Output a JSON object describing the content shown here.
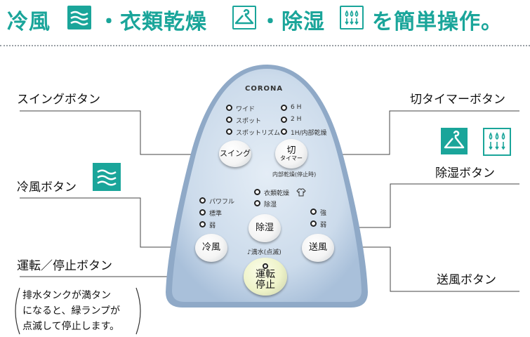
{
  "header": {
    "part1": "冷風",
    "part2": "・衣類乾燥",
    "part3": "・除湿",
    "part4": "を簡単操作。",
    "icon_wind": "wind-icon",
    "icon_hanger": "hanger-icon",
    "icon_drops": "water-drops-icon",
    "color_accent": "#1aa59a"
  },
  "remote": {
    "brand": "CORONA",
    "swing_options": [
      "ワイド",
      "スポット",
      "スポットリズム"
    ],
    "timer_options": [
      "6 H",
      "2 H",
      "1H/内部乾燥"
    ],
    "swing_button": "スイング",
    "timer_button_main": "切",
    "timer_button_sub": "タイマー",
    "timer_note": "内部乾燥(停止時)",
    "mode_options": [
      "衣類乾燥",
      "除湿"
    ],
    "cool_levels": [
      "パワフル",
      "標準",
      "弱"
    ],
    "fan_levels": [
      "強",
      "弱"
    ],
    "dehumid_button": "除湿",
    "cool_button": "冷風",
    "fan_button": "送風",
    "full_tank": "♪満水(点滅)",
    "power_button_line1": "運転",
    "power_button_line2": "停止"
  },
  "callouts": {
    "swing": "スイングボタン",
    "timer": "切タイマーボタン",
    "cool": "冷風ボタン",
    "dehumid": "除湿ボタン",
    "power": "運転／停止ボタン",
    "fan": "送風ボタン"
  },
  "note": {
    "line1": "排水タンクが満タン",
    "line2": "になると、緑ランプが",
    "line3": "点滅して停止します。"
  }
}
